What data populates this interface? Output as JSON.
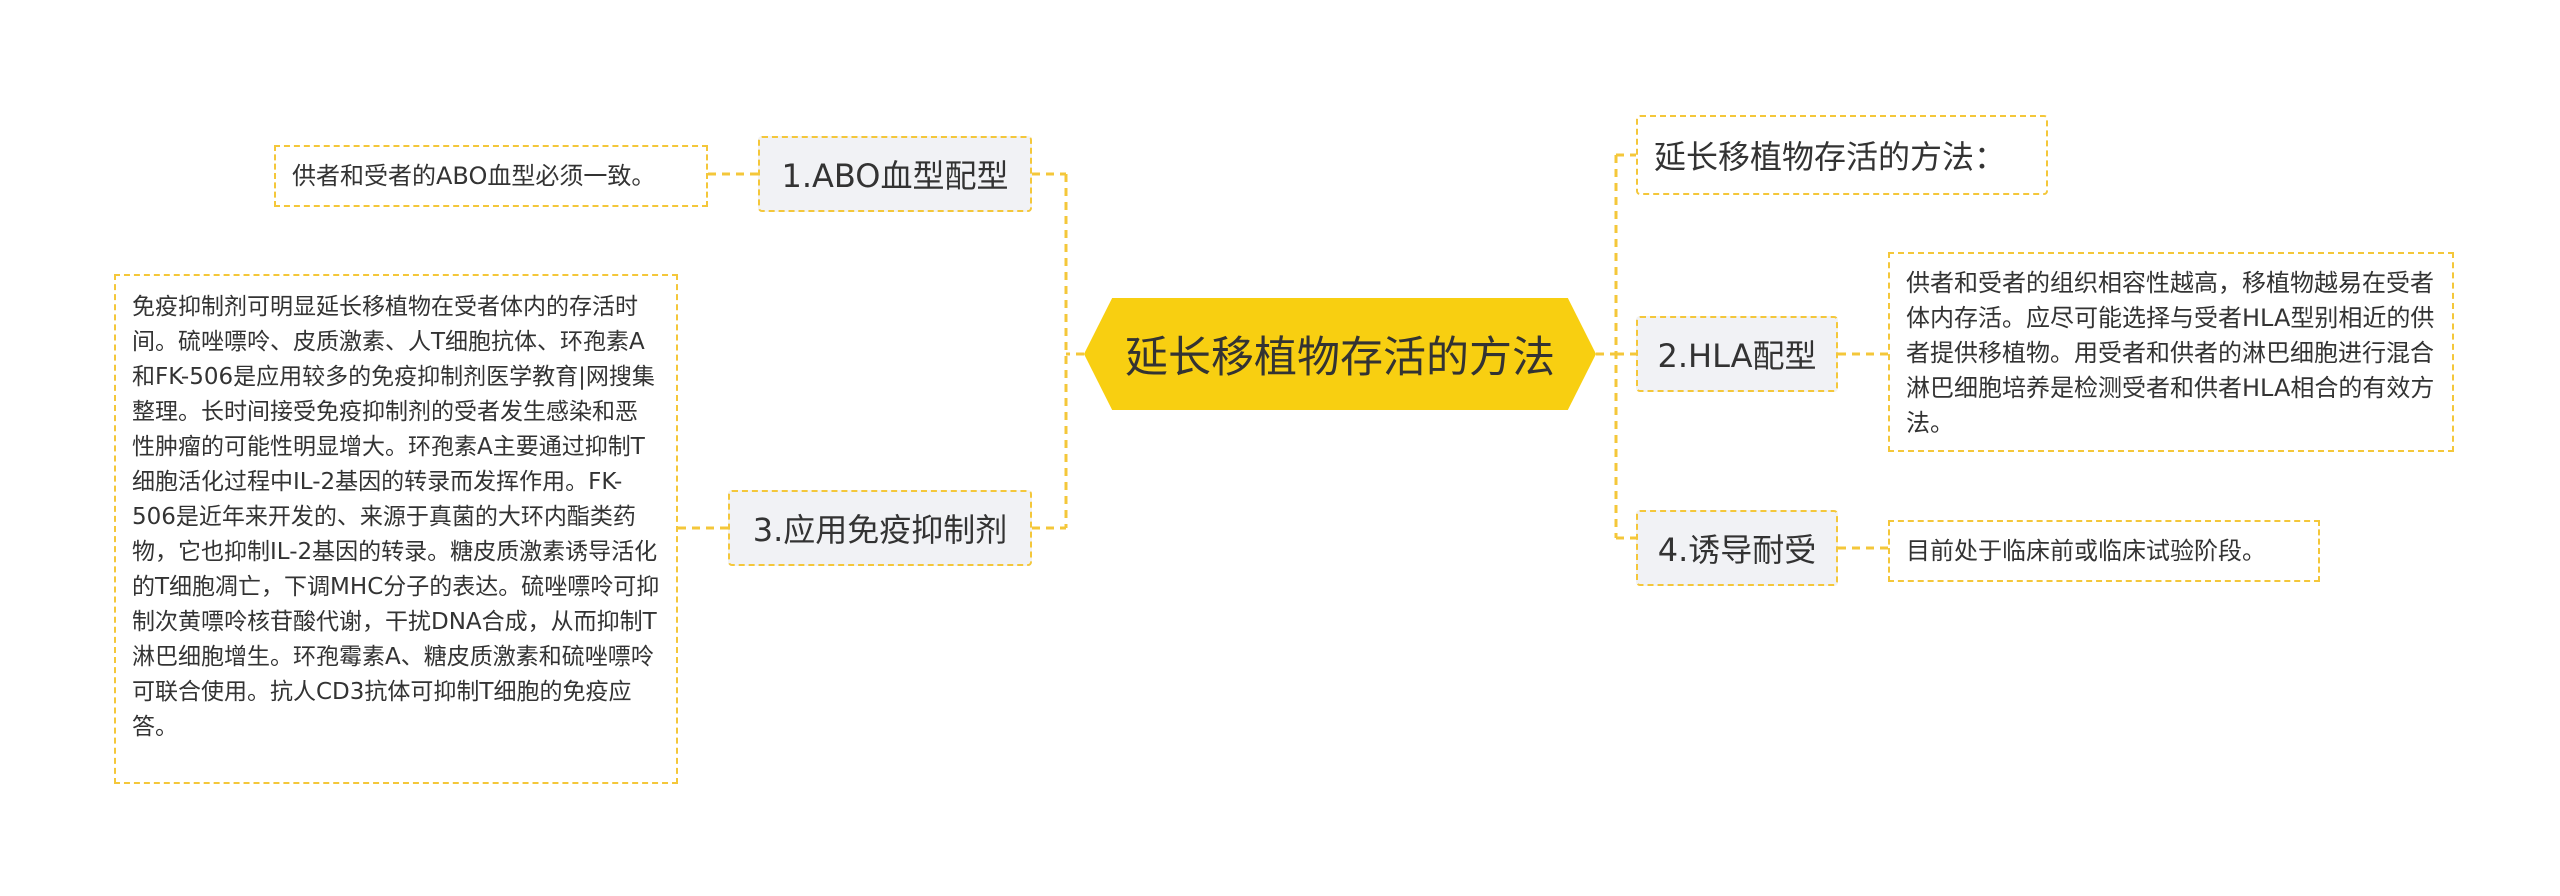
{
  "center": {
    "label": "延长移植物存活的方法"
  },
  "left_branches": [
    {
      "label": "1.ABO血型配型",
      "detail": "供者和受者的ABO血型必须一致。"
    },
    {
      "label": "3.应用免疫抑制剂",
      "detail": "免疫抑制剂可明显延长移植物在受者体内的存活时间。硫唑嘌呤、皮质激素、人T细胞抗体、环孢素A和FK-506是应用较多的免疫抑制剂医学教育|网搜集整理。长时间接受免疫抑制剂的受者发生感染和恶性肿瘤的可能性明显增大。环孢素A主要通过抑制T细胞活化过程中IL-2基因的转录而发挥作用。FK-506是近年来开发的、来源于真菌的大环内酯类药物，它也抑制IL-2基因的转录。糖皮质激素诱导活化的T细胞凋亡，下调MHC分子的表达。硫唑嘌呤可抑制次黄嘌呤核苷酸代谢，干扰DNA合成，从而抑制T淋巴细胞增生。环孢霉素A、糖皮质激素和硫唑嘌呤可联合使用。抗人CD3抗体可抑制T细胞的免疫应答。"
    }
  ],
  "right_branches": [
    {
      "label": "延长移植物存活的方法："
    },
    {
      "label": "2.HLA配型",
      "detail": "供者和受者的组织相容性越高，移植物越易在受者体内存活。应尽可能选择与受者HLA型别相近的供者提供移植物。用受者和供者的淋巴细胞进行混合淋巴细胞培养是检测受者和供者HLA相合的有效方法。"
    },
    {
      "label": "4.诱导耐受",
      "detail": "目前处于临床前或临床试验阶段。"
    }
  ],
  "colors": {
    "center_fill": "#f8cf11",
    "connector": "#f4c73a",
    "branch_fill": "#f1f2f5",
    "text": "#333333"
  }
}
